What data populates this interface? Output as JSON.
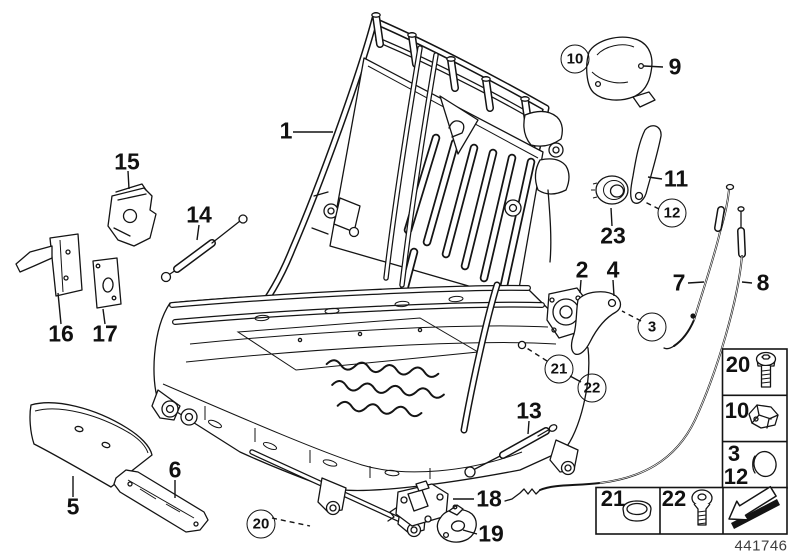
{
  "diagram": {
    "background": "#ffffff",
    "line_color": "#141414",
    "drawing_number": "441746"
  },
  "callouts": {
    "n1": "1",
    "n2": "2",
    "n3": "3",
    "n4": "4",
    "n5": "5",
    "n6": "6",
    "n7": "7",
    "n8": "8",
    "n9": "9",
    "n10": "10",
    "n11": "11",
    "n12": "12",
    "n13": "13",
    "n14": "14",
    "n15": "15",
    "n16": "16",
    "n17": "17",
    "n18": "18",
    "n19": "19",
    "n20": "20",
    "n21": "21",
    "n22": "22",
    "n23": "23"
  },
  "legend": {
    "cells": [
      {
        "num": "20",
        "icon": "pan-head-torx-screw-icon"
      },
      {
        "num": "10",
        "icon": "retaining-clip-icon"
      },
      {
        "num": "3",
        "num2": "12",
        "icon": "cover-cap-icon"
      },
      {
        "num": "21",
        "icon": "grommet-ring-icon"
      },
      {
        "num": "22",
        "icon": "oval-head-torx-screw-icon"
      },
      {
        "num": "",
        "icon": "direction-arrow-icon"
      }
    ]
  }
}
